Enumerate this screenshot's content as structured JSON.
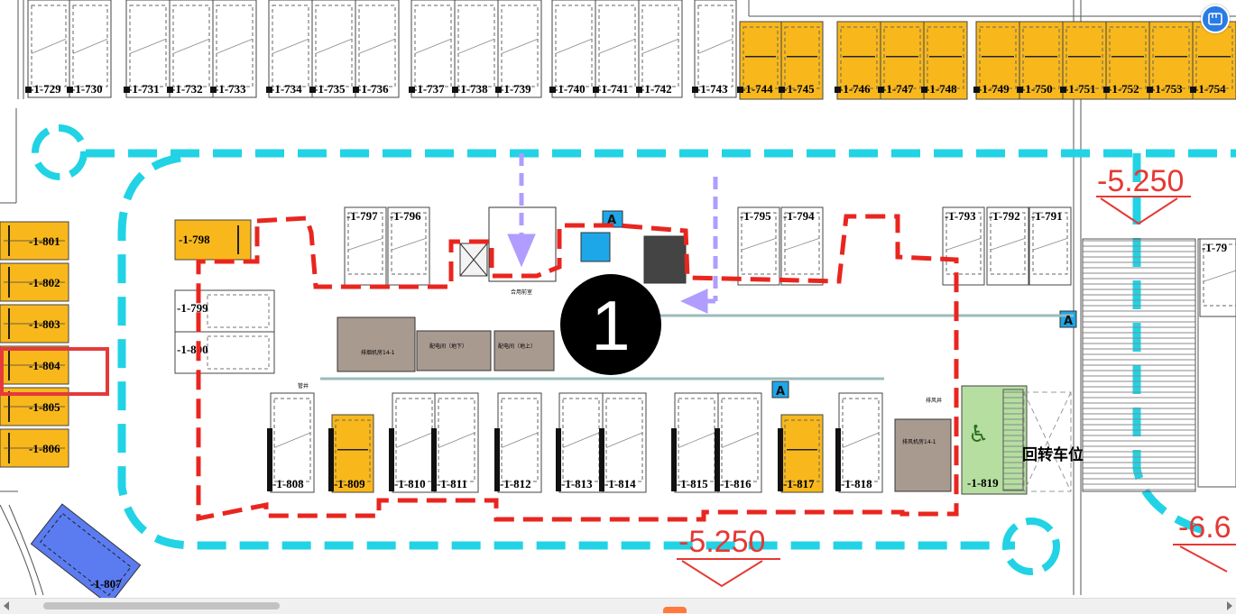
{
  "colors": {
    "orange_slot": "#f8b81c",
    "blue_slot": "#5b7bf0",
    "green_slot": "#b5dea0",
    "brown_room": "#a99a90",
    "cyan_route": "#21d3e4",
    "red_boundary": "#e8261f",
    "purple_arrow": "#b19cff",
    "elevation_text": "#e53935",
    "select_box": "#e53a3a"
  },
  "top_row_slots": [
    {
      "label": "-1-729",
      "color": "white"
    },
    {
      "label": "-1-730",
      "color": "white"
    },
    {
      "label": "-1-731",
      "color": "white"
    },
    {
      "label": "-1-732",
      "color": "white"
    },
    {
      "label": "-1-733",
      "color": "white"
    },
    {
      "label": "-1-734",
      "color": "white"
    },
    {
      "label": "-1-735",
      "color": "white"
    },
    {
      "label": "-1-736",
      "color": "white"
    },
    {
      "label": "-1-737",
      "color": "white"
    },
    {
      "label": "-1-738",
      "color": "white"
    },
    {
      "label": "-1-739",
      "color": "white"
    },
    {
      "label": "-1-740",
      "color": "white"
    },
    {
      "label": "-1-741",
      "color": "white"
    },
    {
      "label": "-1-742",
      "color": "white"
    },
    {
      "label": "-1-743",
      "color": "white"
    },
    {
      "label": "-1-744",
      "color": "orange"
    },
    {
      "label": "-1-745",
      "color": "orange"
    },
    {
      "label": "-1-746",
      "color": "orange"
    },
    {
      "label": "-1-747",
      "color": "orange"
    },
    {
      "label": "-1-748",
      "color": "orange"
    },
    {
      "label": "-1-749",
      "color": "orange"
    },
    {
      "label": "-1-750",
      "color": "orange"
    },
    {
      "label": "-1-751",
      "color": "orange"
    },
    {
      "label": "-1-752",
      "color": "orange"
    },
    {
      "label": "-1-753",
      "color": "orange"
    },
    {
      "label": "-1-754",
      "color": "orange"
    }
  ],
  "left_column_slots": [
    {
      "label": "-1-801"
    },
    {
      "label": "-1-802"
    },
    {
      "label": "-1-803"
    },
    {
      "label": "-1-804",
      "selected": true
    },
    {
      "label": "-1-805"
    },
    {
      "label": "-1-806"
    }
  ],
  "middle_upper_slots": [
    {
      "label": "-1-797"
    },
    {
      "label": "-1-796"
    },
    {
      "label": "-1-795"
    },
    {
      "label": "-1-794"
    },
    {
      "label": "-1-793"
    },
    {
      "label": "-1-792"
    },
    {
      "label": "-1-791"
    },
    {
      "label": "-1-79"
    }
  ],
  "left_block_slots": [
    {
      "label": "-1-798",
      "color": "orange"
    },
    {
      "label": "-1-799",
      "color": "white"
    },
    {
      "label": "-1-800",
      "color": "white"
    }
  ],
  "bottom_row_slots": [
    {
      "label": "-1-808",
      "color": "white"
    },
    {
      "label": "-1-809",
      "color": "orange"
    },
    {
      "label": "-1-810",
      "color": "white"
    },
    {
      "label": "-1-811",
      "color": "white"
    },
    {
      "label": "-1-812",
      "color": "white"
    },
    {
      "label": "-1-813",
      "color": "white"
    },
    {
      "label": "-1-814",
      "color": "white"
    },
    {
      "label": "-1-815",
      "color": "white"
    },
    {
      "label": "-1-816",
      "color": "white"
    },
    {
      "label": "-1-817",
      "color": "orange"
    },
    {
      "label": "-1-818",
      "color": "white"
    },
    {
      "label": "-1-819",
      "color": "green"
    }
  ],
  "diagonal_slot": {
    "label": "-1-807"
  },
  "rooms": [
    {
      "id": "room-a",
      "label": "排烟机房14-1"
    },
    {
      "id": "room-b",
      "label": "配电间（地下）"
    },
    {
      "id": "room-c",
      "label": "配电间（地上）"
    },
    {
      "id": "room-d",
      "label": "排风机房14-1"
    }
  ],
  "small_labels": {
    "lobby": "合用前室",
    "pipe": "管井",
    "wind": "排风井"
  },
  "zone_marker": "1",
  "elevations": [
    "-5.250",
    "-5.250",
    "-6.6"
  ],
  "uturn_label": "回转车位",
  "corner_tool": {
    "icon": "measure-tool-icon"
  },
  "icons": {
    "accessible": "wheelchair-icon",
    "alarm": "fire-alarm-icon",
    "stair": "stair-icon"
  }
}
